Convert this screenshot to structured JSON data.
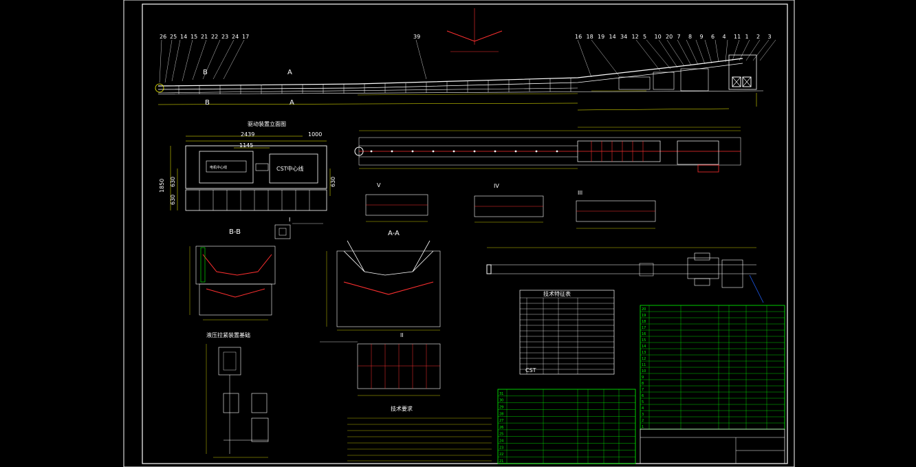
{
  "colors": {
    "background": "#000000",
    "frame": "#ffffff",
    "lines": "#ffffff",
    "dimensions": "#ffff00",
    "tables": "#00ff00",
    "belt": "#ff3030",
    "accent_blue": "#2060ff"
  },
  "top_view": {
    "balloons_left": [
      "26",
      "25",
      "14",
      "15",
      "21",
      "22",
      "23",
      "24",
      "17"
    ],
    "balloon_middle": "39",
    "balloons_right": [
      "16",
      "18",
      "19",
      "14",
      "34",
      "12",
      "5",
      "10",
      "20",
      "7",
      "8",
      "9",
      "6",
      "4",
      "11",
      "1",
      "2",
      "3"
    ],
    "section_labels": [
      "B",
      "A",
      "B",
      "A"
    ]
  },
  "drive_plan": {
    "title": "驱动装置立面图",
    "dims": [
      "2439",
      "1000",
      "1145",
      "1850",
      "630",
      "630",
      "630"
    ],
    "motor_label": "电机中心线",
    "reducer_label": "CST中心线"
  },
  "sections": {
    "bb_title": "B-B",
    "aa_title": "A-A",
    "hydraulic_title": "液压拉紧装置基础",
    "detail_titles": [
      "V",
      "IV",
      "III",
      "II",
      "I"
    ]
  },
  "tech_requirements_title": "技术要求",
  "parameters_title": "技术特征表",
  "parameters_side_label": "CST",
  "bom_left_rows": [
    "31",
    "30",
    "29",
    "28",
    "27",
    "26",
    "25",
    "24",
    "23",
    "22",
    "21"
  ],
  "bom_right_rows": [
    "20",
    "19",
    "18",
    "17",
    "16",
    "15",
    "14",
    "13",
    "12",
    "11",
    "10",
    "9",
    "8",
    "7",
    "6",
    "5",
    "4",
    "3",
    "2",
    "1"
  ]
}
